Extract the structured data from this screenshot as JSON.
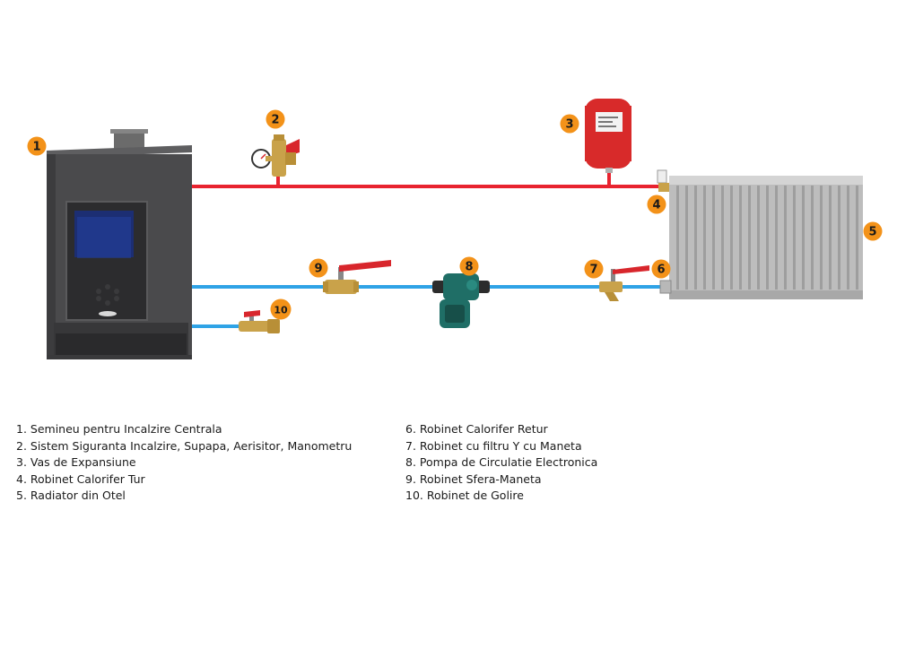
{
  "colors": {
    "supply_pipe": "#e8232f",
    "return_pipe": "#2fa3e6",
    "badge": "#f39219",
    "stove": "#4a4a4c",
    "radiator": "#bdbdbd",
    "valve_handle": "#d8262c",
    "brass": "#c9a24a",
    "pump": "#1f6e66",
    "vessel": "#d82a2a"
  },
  "badges": [
    "1",
    "2",
    "3",
    "4",
    "5",
    "6",
    "7",
    "8",
    "9",
    "10"
  ],
  "legend": {
    "left": [
      "1. Semineu pentru Incalzire Centrala",
      "2. Sistem Siguranta Incalzire, Supapa, Aerisitor, Manometru",
      "3. Vas de Expansiune",
      "4. Robinet Calorifer Tur",
      "5. Radiator din Otel"
    ],
    "right": [
      "6. Robinet Calorifer Retur",
      "7. Robinet cu filtru Y cu Maneta",
      "8. Pompa de Circulatie Electronica",
      "9. Robinet Sfera-Maneta",
      "10. Robinet de Golire"
    ]
  }
}
